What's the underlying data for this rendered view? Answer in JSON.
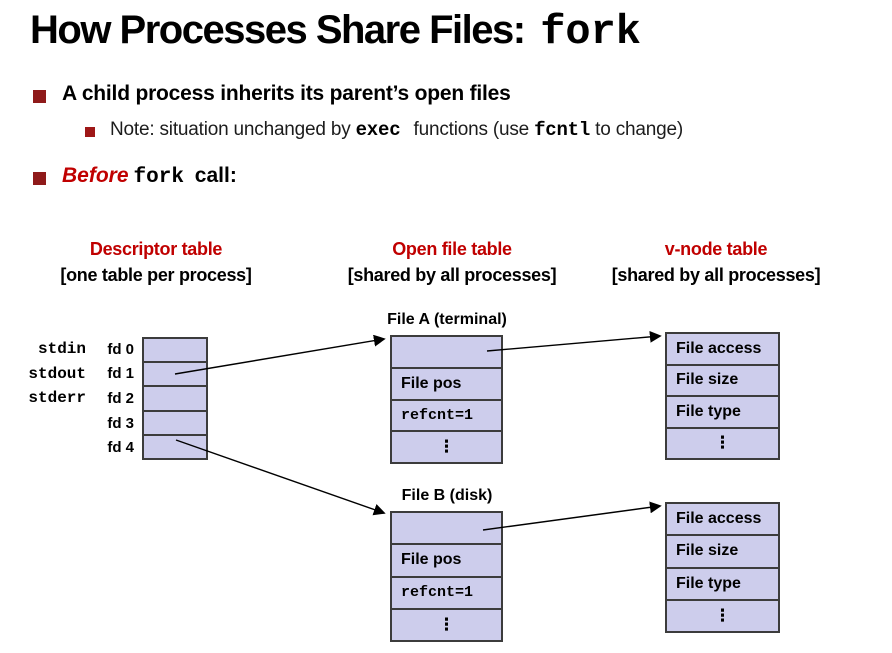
{
  "slide_title": {
    "text": "How Processes Share Files: ",
    "code": "fork"
  },
  "bullet1": {
    "text": "A child process inherits its parent’s open files"
  },
  "note": {
    "prefix": "Note: situation unchanged by ",
    "code1": "exec",
    "mid": " functions (use ",
    "code2": "fcntl",
    "suffix": " to change)"
  },
  "bullet2": {
    "emph": "Before",
    "code": "fork",
    "rest": " call:"
  },
  "column_headers": [
    {
      "title": "Descriptor table",
      "subtitle": "[one table per process]"
    },
    {
      "title": "Open file table",
      "subtitle": "[shared by all processes]"
    },
    {
      "title": "v-node table",
      "subtitle": "[shared by all processes]"
    }
  ],
  "descriptor_table": {
    "stream_labels": [
      "stdin",
      "stdout",
      "stderr"
    ],
    "fd_labels": [
      "fd 0",
      "fd 1",
      "fd 2",
      "fd 3",
      "fd 4"
    ]
  },
  "open_file_tables": [
    {
      "label": "File A (terminal)",
      "rows": [
        "",
        "File pos",
        "refcnt=1",
        "⋮"
      ]
    },
    {
      "label": "File B (disk)",
      "rows": [
        "",
        "File pos",
        "refcnt=1",
        "⋮"
      ]
    }
  ],
  "vnode_tables": [
    {
      "rows": [
        "File access",
        "File size",
        "File type",
        "⋮"
      ]
    },
    {
      "rows": [
        "File access",
        "File size",
        "File type",
        "⋮"
      ]
    }
  ],
  "colors": {
    "accent_red": "#c00000",
    "bullet_red": "#8f1a1a",
    "cell_fill": "#cdcdec",
    "table_border": "#3c3c3c"
  }
}
